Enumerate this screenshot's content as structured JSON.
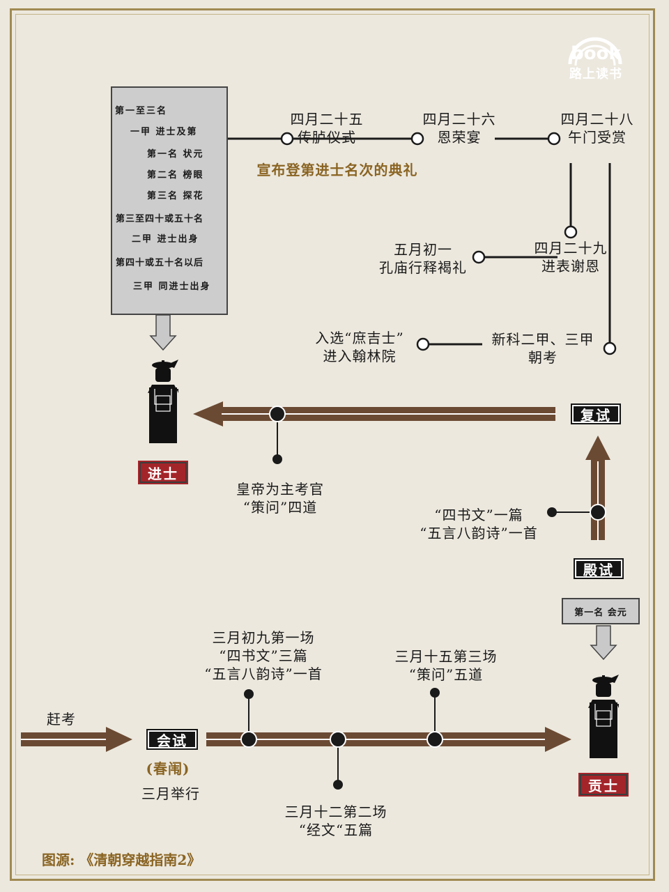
{
  "logo": {
    "word": "book",
    "caption": "路上读书"
  },
  "rank_box": {
    "lines": [
      "第一至三名",
      "一甲 进士及第",
      "第一名 状元",
      "第二名 榜眼",
      "第三名 探花",
      "第三至四十或五十名",
      "二甲 进士出身",
      "第四十或五十名以后",
      "三甲 同进士出身"
    ]
  },
  "ceremonies": {
    "caption": "宣布登第进士名次的典礼",
    "c1": {
      "date": "四月二十五",
      "name": "传胪仪式"
    },
    "c2": {
      "date": "四月二十六",
      "name": "恩荣宴"
    },
    "c3": {
      "date": "四月二十八",
      "name": "午门受赏"
    },
    "c4": {
      "date": "四月二十九",
      "name": "进表谢恩"
    },
    "c5": {
      "date": "五月初一",
      "name": "孔庙行释褐礼"
    },
    "c6": {
      "l1": "新科二甲、三甲",
      "l2": "朝考"
    },
    "c7": {
      "l1": "入选“庶吉士”",
      "l2": "进入翰林院"
    }
  },
  "labels": {
    "jinshi": "进士",
    "fushi": "复试",
    "dianshi": "殿试",
    "huishi": "会试",
    "gongshi": "贡士",
    "huiyuan": "第一名 会元",
    "ganka": "赶考",
    "chunwei": "(春闱)",
    "march": "三月举行"
  },
  "dianshi_notes": {
    "emperor_l1": "皇帝为主考官",
    "emperor_l2": "“策问”四道",
    "content_l1": "“四书文”一篇",
    "content_l2": "“五言八韵诗”一首"
  },
  "huishi_notes": {
    "s1_l1": "三月初九第一场",
    "s1_l2": "“四书文”三篇",
    "s1_l3": "“五言八韵诗”一首",
    "s2_l1": "三月十二第二场",
    "s2_l2": "“经文“五篇",
    "s3_l1": "三月十五第三场",
    "s3_l2": "“策问”五道"
  },
  "source": "图源: 《清朝穿越指南2》",
  "colors": {
    "arrow": "#6b4a33",
    "gold": "#8a6422",
    "red": "#a3252a",
    "background": "#ece8de"
  }
}
